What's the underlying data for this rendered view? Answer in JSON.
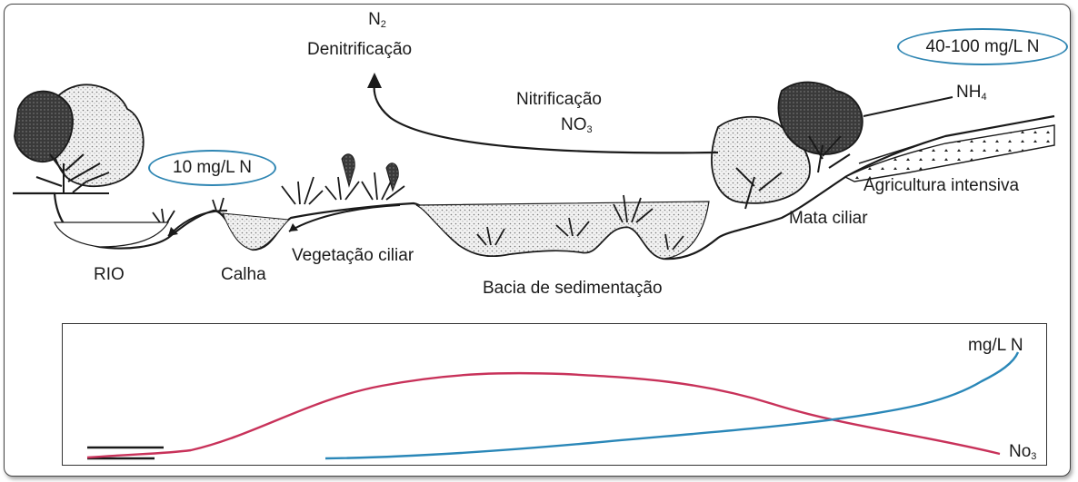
{
  "labels": {
    "n2_symbol": "N",
    "n2_sub": "2",
    "denitrificacao": "Denitrificação",
    "nitrificacao": "Nitrificação",
    "no3_symbol": "NO",
    "no3_sub": "3",
    "nh4_symbol": "NH",
    "nh4_sub": "4",
    "concentration_high": "40-100 mg/L N",
    "concentration_low": "10 mg/L N",
    "rio": "RIO",
    "calha": "Calha",
    "vegetacao_ciliar": "Vegetação ciliar",
    "bacia": "Bacia de sedimentação",
    "mata_ciliar": "Mata ciliar",
    "agricultura": "Agricultura intensiva"
  },
  "graph": {
    "unit_label": "mg/L N",
    "series_label_symbol": "No",
    "series_label_sub": "3"
  },
  "colors": {
    "pill_border": "#2f86b3",
    "no3_curve": "#c8325a",
    "blue_curve": "#2a87b8",
    "ink": "#1a1a1a"
  }
}
